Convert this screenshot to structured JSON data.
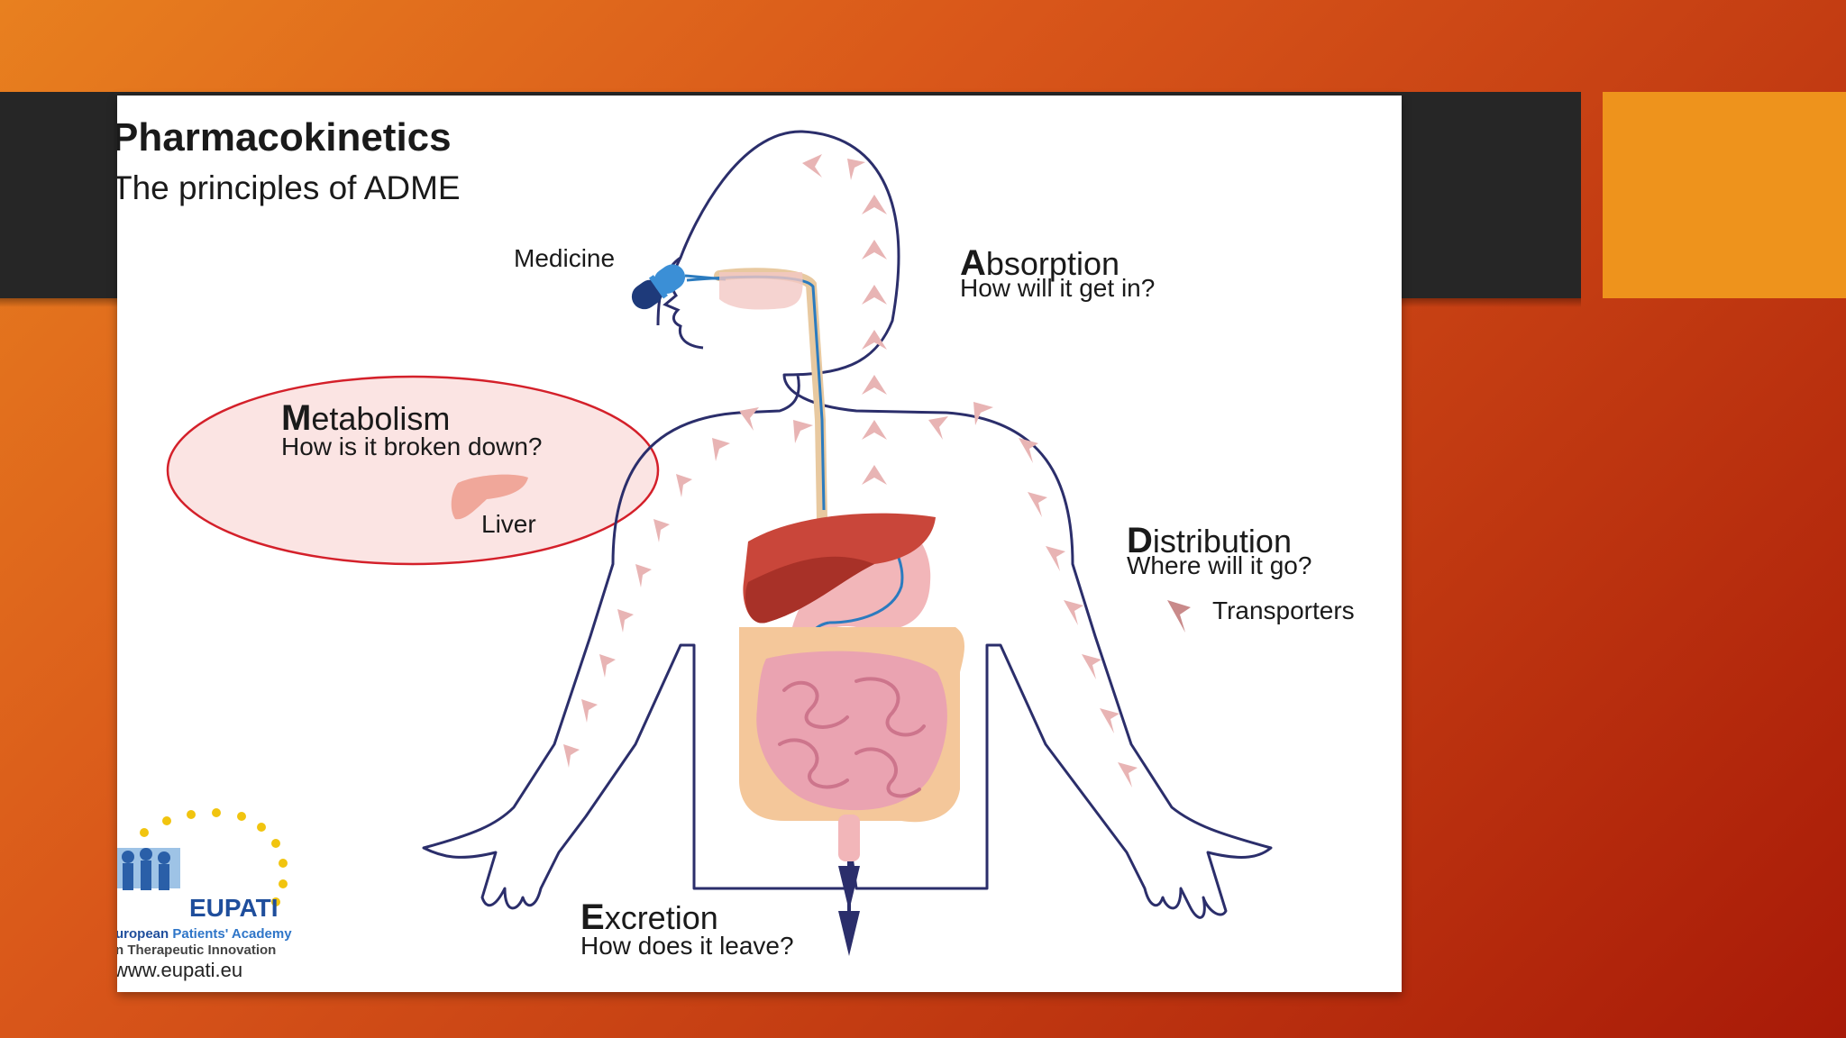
{
  "slide": {
    "title": "Pharmacokinetics",
    "subtitle": "The principles of ADME"
  },
  "labels": {
    "medicine": "Medicine",
    "absorption_initial": "A",
    "absorption_rest": "bsorption",
    "absorption_q": "How will it get in?",
    "metabolism_initial": "M",
    "metabolism_rest": "etabolism",
    "metabolism_q": "How is it broken down?",
    "liver": "Liver",
    "distribution_initial": "D",
    "distribution_rest": "istribution",
    "distribution_q": "Where will it go?",
    "transporters": "Transporters",
    "excretion_initial": "E",
    "excretion_rest": "xcretion",
    "excretion_q": "How does it leave?"
  },
  "logo": {
    "name": "EUPATI",
    "line1a": "uropean ",
    "line1b": "Patients' Academy",
    "line2": "n Therapeutic Innovation",
    "url": "www.eupati.eu"
  },
  "colors": {
    "accent_orange": "#ee931c",
    "dark_band": "#262626",
    "highlight_ring": "#d4202a",
    "highlight_fill": "#fbe4e3",
    "body_outline": "#2b2e6b",
    "liver": "#c9463a",
    "arrows": "#e8b4b4",
    "drug_path": "#2b7bbf"
  }
}
